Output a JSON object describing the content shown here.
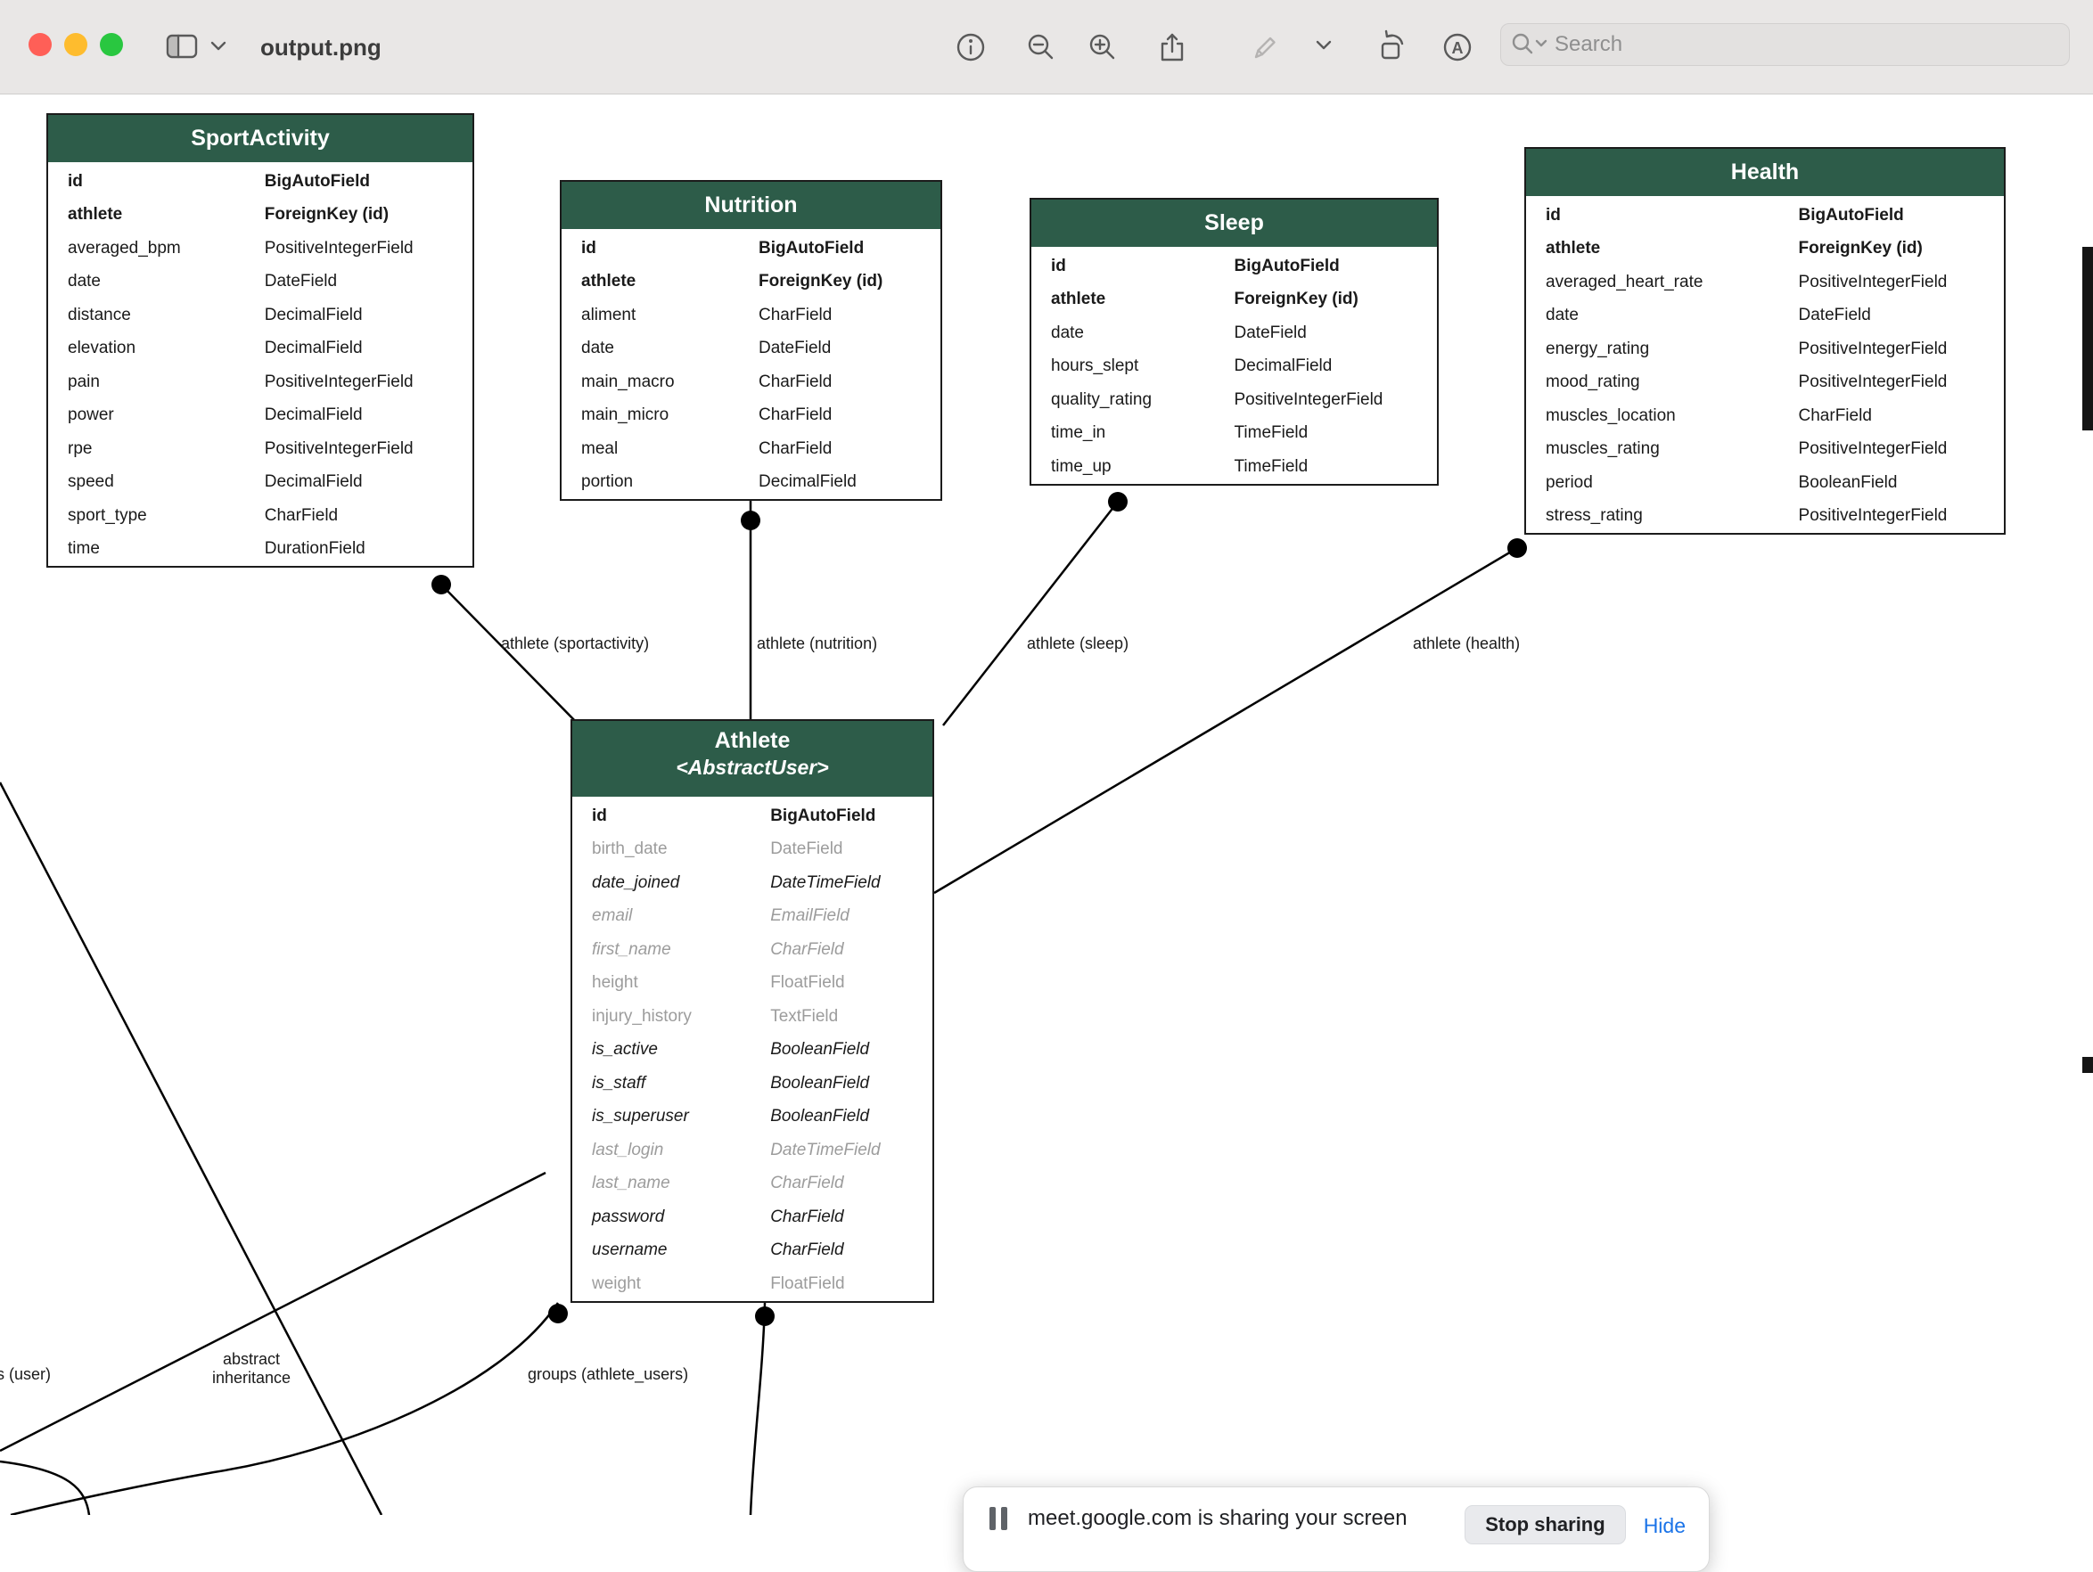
{
  "window": {
    "title": "output.png",
    "search": {
      "placeholder": "Search"
    },
    "toolbar_icons": [
      "sidebar-toggle",
      "title-chevron",
      "info",
      "zoom-out",
      "zoom-in",
      "share",
      "markup-pen",
      "markup-menu-chevron",
      "rotate",
      "annotate",
      "search"
    ]
  },
  "diagram": {
    "tables": {
      "sportactivity": {
        "title": "SportActivity",
        "rows": [
          [
            "id",
            "BigAutoField",
            "bold"
          ],
          [
            "athlete",
            "ForeignKey (id)",
            "bold"
          ],
          [
            "averaged_bpm",
            "PositiveIntegerField",
            ""
          ],
          [
            "date",
            "DateField",
            ""
          ],
          [
            "distance",
            "DecimalField",
            ""
          ],
          [
            "elevation",
            "DecimalField",
            ""
          ],
          [
            "pain",
            "PositiveIntegerField",
            ""
          ],
          [
            "power",
            "DecimalField",
            ""
          ],
          [
            "rpe",
            "PositiveIntegerField",
            ""
          ],
          [
            "speed",
            "DecimalField",
            ""
          ],
          [
            "sport_type",
            "CharField",
            ""
          ],
          [
            "time",
            "DurationField",
            ""
          ]
        ]
      },
      "nutrition": {
        "title": "Nutrition",
        "rows": [
          [
            "id",
            "BigAutoField",
            "bold"
          ],
          [
            "athlete",
            "ForeignKey (id)",
            "bold"
          ],
          [
            "aliment",
            "CharField",
            ""
          ],
          [
            "date",
            "DateField",
            ""
          ],
          [
            "main_macro",
            "CharField",
            ""
          ],
          [
            "main_micro",
            "CharField",
            ""
          ],
          [
            "meal",
            "CharField",
            ""
          ],
          [
            "portion",
            "DecimalField",
            ""
          ]
        ]
      },
      "sleep": {
        "title": "Sleep",
        "rows": [
          [
            "id",
            "BigAutoField",
            "bold"
          ],
          [
            "athlete",
            "ForeignKey (id)",
            "bold"
          ],
          [
            "date",
            "DateField",
            ""
          ],
          [
            "hours_slept",
            "DecimalField",
            ""
          ],
          [
            "quality_rating",
            "PositiveIntegerField",
            ""
          ],
          [
            "time_in",
            "TimeField",
            ""
          ],
          [
            "time_up",
            "TimeField",
            ""
          ]
        ]
      },
      "health": {
        "title": "Health",
        "rows": [
          [
            "id",
            "BigAutoField",
            "bold"
          ],
          [
            "athlete",
            "ForeignKey (id)",
            "bold"
          ],
          [
            "averaged_heart_rate",
            "PositiveIntegerField",
            ""
          ],
          [
            "date",
            "DateField",
            ""
          ],
          [
            "energy_rating",
            "PositiveIntegerField",
            ""
          ],
          [
            "mood_rating",
            "PositiveIntegerField",
            ""
          ],
          [
            "muscles_location",
            "CharField",
            ""
          ],
          [
            "muscles_rating",
            "PositiveIntegerField",
            ""
          ],
          [
            "period",
            "BooleanField",
            ""
          ],
          [
            "stress_rating",
            "PositiveIntegerField",
            ""
          ]
        ]
      },
      "athlete": {
        "title": "Athlete",
        "subtitle": "<AbstractUser>",
        "rows": [
          [
            "id",
            "BigAutoField",
            "bold"
          ],
          [
            "birth_date",
            "DateField",
            "gray"
          ],
          [
            "date_joined",
            "DateTimeField",
            "italic"
          ],
          [
            "email",
            "EmailField",
            "gray-italic"
          ],
          [
            "first_name",
            "CharField",
            "gray-italic"
          ],
          [
            "height",
            "FloatField",
            "gray"
          ],
          [
            "injury_history",
            "TextField",
            "gray"
          ],
          [
            "is_active",
            "BooleanField",
            "italic"
          ],
          [
            "is_staff",
            "BooleanField",
            "italic"
          ],
          [
            "is_superuser",
            "BooleanField",
            "italic"
          ],
          [
            "last_login",
            "DateTimeField",
            "gray-italic"
          ],
          [
            "last_name",
            "CharField",
            "gray-italic"
          ],
          [
            "password",
            "CharField",
            "italic"
          ],
          [
            "username",
            "CharField",
            "italic"
          ],
          [
            "weight",
            "FloatField",
            "gray"
          ]
        ]
      }
    },
    "edge_labels": {
      "sportactivity": "athlete (sportactivity)",
      "nutrition": "athlete (nutrition)",
      "sleep": "athlete (sleep)",
      "health": "athlete (health)",
      "groups": "groups (athlete_users)",
      "abstract": "abstract inheritance",
      "user": "s (user)"
    },
    "colors": {
      "header_green": "#2d5c49"
    }
  },
  "notification": {
    "message": "meet.google.com is sharing your screen",
    "stop_button": "Stop sharing",
    "hide_link": "Hide"
  }
}
